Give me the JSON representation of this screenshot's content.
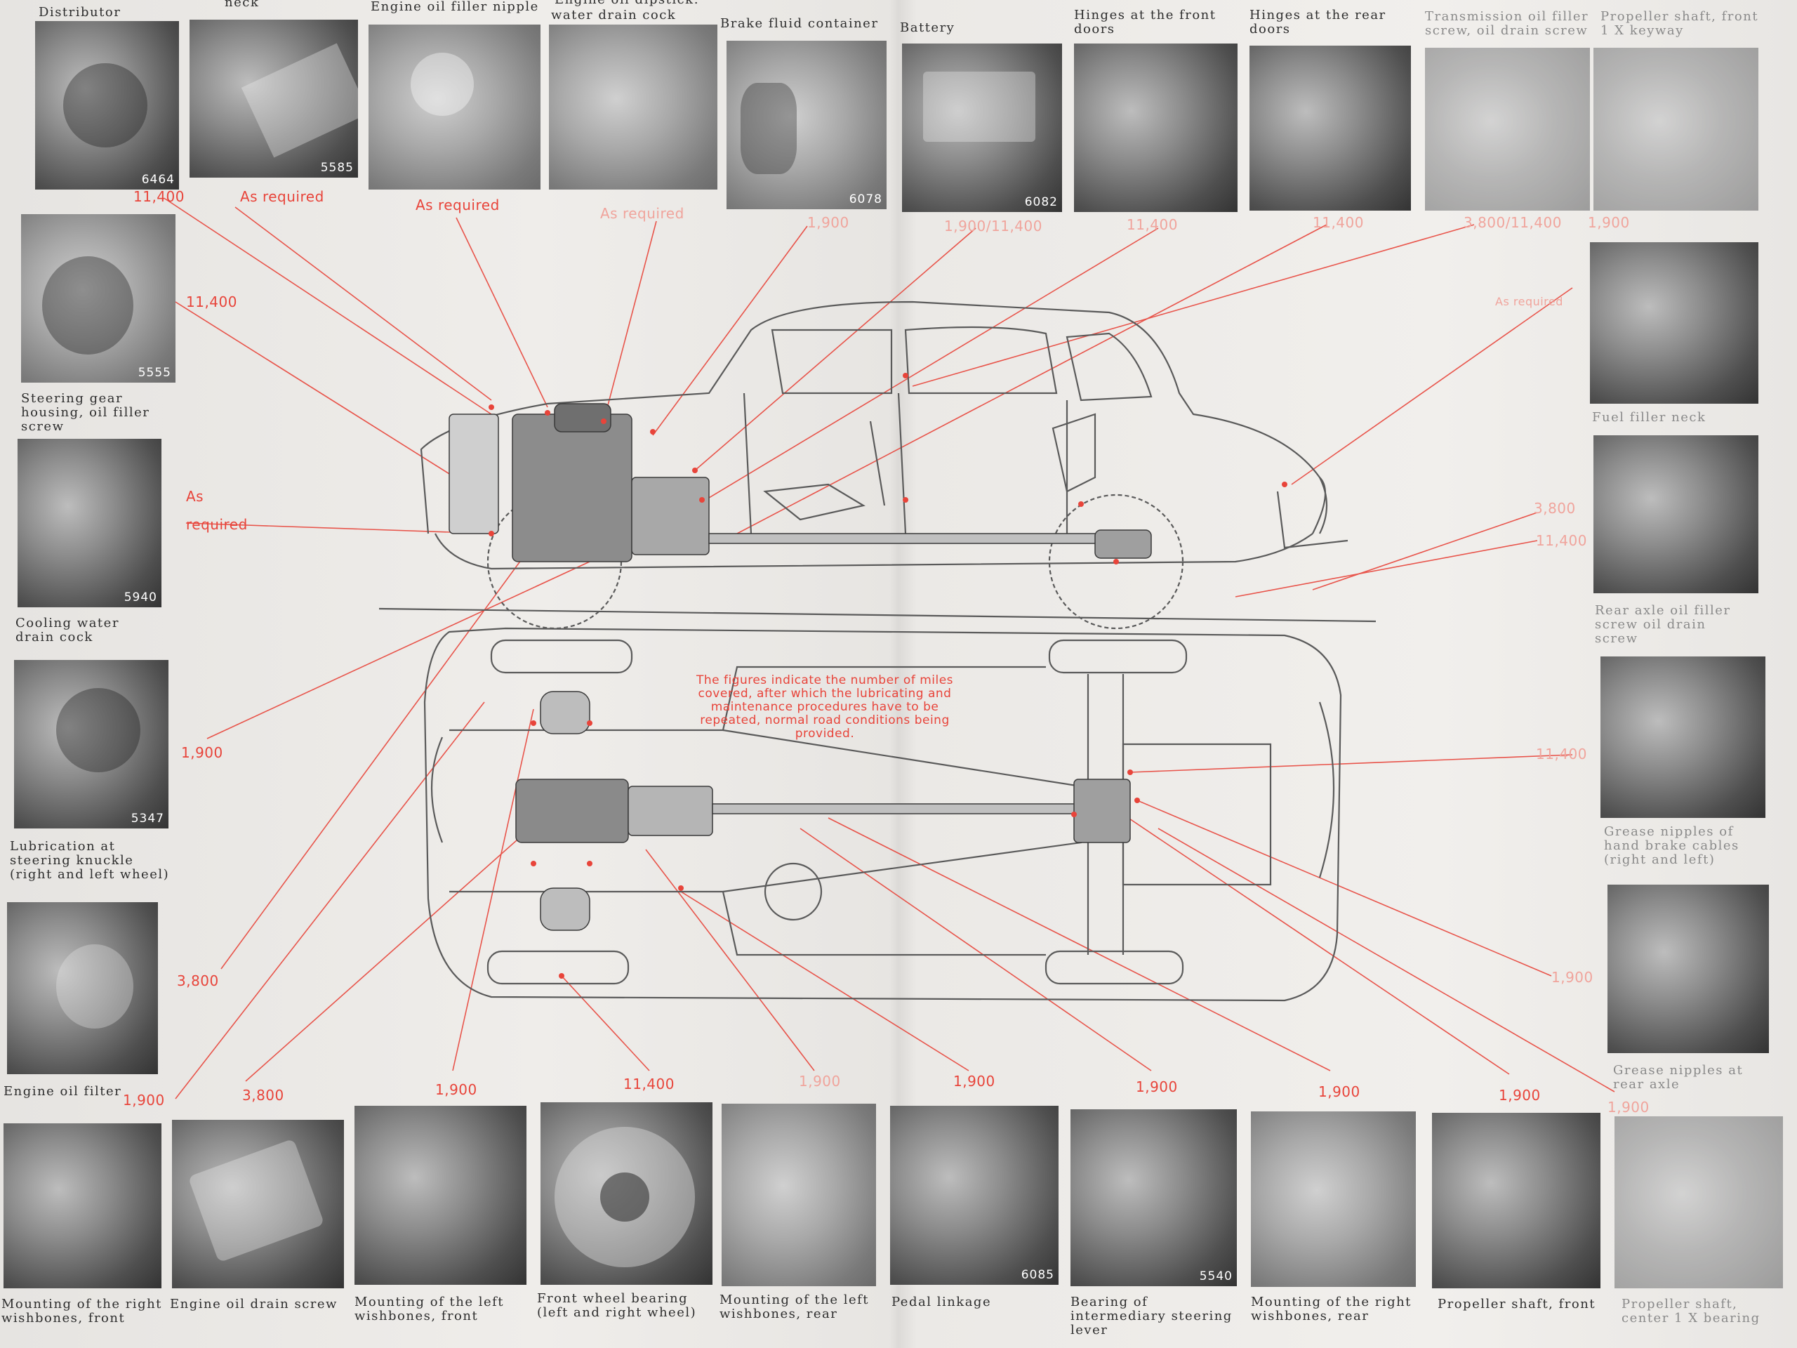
{
  "top_captions": {
    "distributor": "Distributor",
    "neck": "neck",
    "oil_filler_nipple": "Engine oil filler nipple",
    "dipstick": "Engine oil dipstick:",
    "water_drain": "water drain cock",
    "brake_fluid": "Brake fluid container",
    "battery": "Battery",
    "hinges_front": "Hinges at the front doors",
    "hinges_rear": "Hinges at the rear doors",
    "transmission": "Transmission oil filler screw, oil drain screw",
    "propeller_top": "Propeller shaft, front 1 X keyway"
  },
  "left_captions": {
    "steering_gear": "Steering gear housing, oil filler screw",
    "cooling_water": "Cooling water drain cock",
    "steering_knuckle": "Lubrication at steering knuckle (right and left wheel)",
    "oil_filter": "Engine oil filter"
  },
  "right_captions": {
    "fuel_filler": "Fuel filler neck",
    "rear_axle": "Rear axle oil filler screw oil drain screw",
    "hand_brake": "Grease nipples of hand brake cables (right and left)",
    "grease_rear": "Grease nipples at rear axle"
  },
  "bottom_captions": {
    "c1": "Mounting of the right wishbones, front",
    "c2": "Engine oil drain screw",
    "c3": "Mounting of the left wishbones, front",
    "c4": "Front wheel bearing (left and right wheel)",
    "c5": "Mounting of the left wishbones, rear",
    "c6": "Pedal linkage",
    "c7": "Bearing of intermediary steering lever",
    "c8": "Mounting of the right wishbones, rear",
    "c9": "Propeller shaft, front",
    "c10": "Propeller shaft, center 1 X bearing"
  },
  "photo_numbers": {
    "p_distributor": "6464",
    "p_neck": "5585",
    "p_brake": "6078",
    "p_battery": "6082",
    "p_steering": "5555",
    "p_cooling": "5940",
    "p_knuckle": "5347",
    "p_intermediary": "5540",
    "p_pedal": "6085"
  },
  "intervals": {
    "i_11400_a": "11,400",
    "i_as_req_1": "As required",
    "i_as_req_2": "As required",
    "i_as_req_3": "As required",
    "i_1900_a": "1,900",
    "i_1900_11400": "1,900/11,400",
    "i_11400_b": "11,400",
    "i_11400_c": "11,400",
    "i_3800_11400": "3,800/11,400",
    "i_1900_b": "1,900",
    "i_11400_left": "11,400",
    "i_as_req_4a": "As",
    "i_as_req_4b": "required",
    "i_as_req_right": "As required",
    "i_1900_left": "1,900",
    "i_3800_left": "3,800",
    "i_1900_bl": "1,900",
    "i_3800_b": "3,800",
    "i_1900_c": "1,900",
    "i_11400_d": "11,400",
    "i_1900_d": "1,900",
    "i_1900_e": "1,900",
    "i_1900_f": "1,900",
    "i_1900_g": "1,900",
    "i_1900_h": "1,900",
    "i_1900_i": "1,900",
    "i_3800_r": "3,800",
    "i_11400_r": "11,400",
    "i_11400_r2": "11,400",
    "i_1900_r": "1,900"
  },
  "note": "The figures indicate the number of miles covered, after which the lubricating and maintenance procedures have to be repeated, normal road conditions being provided.",
  "colors": {
    "accent": "#e8443a",
    "ink": "#2a2a2a",
    "paper": "#ecebe8"
  }
}
